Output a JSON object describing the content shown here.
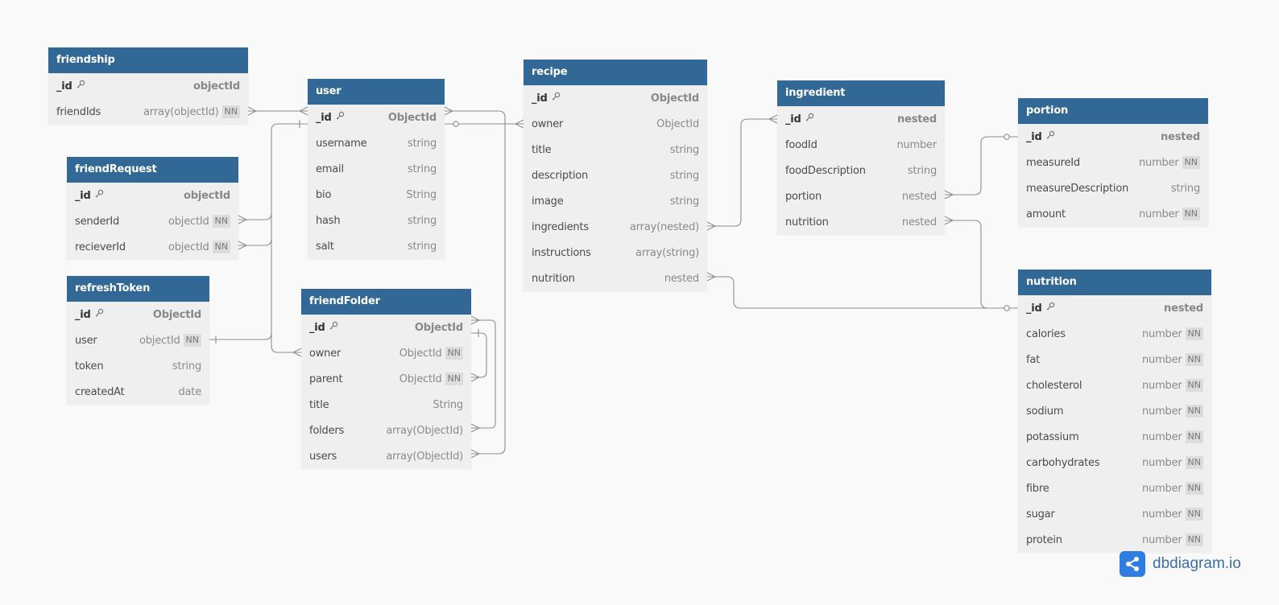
{
  "colors": {
    "header": "#316896",
    "body": "#efefef",
    "canvas": "#f9f9f9",
    "link": "#8d8d8d",
    "brand": "#2f7de1"
  },
  "brand": {
    "name": "dbdiagram.io",
    "icon": "share-icon"
  },
  "tables": [
    {
      "id": "friendship",
      "name": "friendship",
      "fields": [
        {
          "name": "_id",
          "type": "objectId",
          "pk": true
        },
        {
          "name": "friendIds",
          "type": "array(objectId)",
          "nn": "NN"
        }
      ]
    },
    {
      "id": "friendRequest",
      "name": "friendRequest",
      "fields": [
        {
          "name": "_id",
          "type": "objectId",
          "pk": true
        },
        {
          "name": "senderId",
          "type": "objectId",
          "nn": "NN"
        },
        {
          "name": "recieverId",
          "type": "objectId",
          "nn": "NN"
        }
      ]
    },
    {
      "id": "refreshToken",
      "name": "refreshToken",
      "fields": [
        {
          "name": "_id",
          "type": "ObjectId",
          "pk": true
        },
        {
          "name": "user",
          "type": "objectId",
          "nn": "NN"
        },
        {
          "name": "token",
          "type": "string"
        },
        {
          "name": "createdAt",
          "type": "date"
        }
      ]
    },
    {
      "id": "user",
      "name": "user",
      "fields": [
        {
          "name": "_id",
          "type": "ObjectId",
          "pk": true
        },
        {
          "name": "username",
          "type": "string"
        },
        {
          "name": "email",
          "type": "string"
        },
        {
          "name": "bio",
          "type": "String"
        },
        {
          "name": "hash",
          "type": "string"
        },
        {
          "name": "salt",
          "type": "string"
        }
      ]
    },
    {
      "id": "friendFolder",
      "name": "friendFolder",
      "fields": [
        {
          "name": "_id",
          "type": "ObjectId",
          "pk": true
        },
        {
          "name": "owner",
          "type": "ObjectId",
          "nn": "NN"
        },
        {
          "name": "parent",
          "type": "ObjectId",
          "nn": "NN"
        },
        {
          "name": "title",
          "type": "String"
        },
        {
          "name": "folders",
          "type": "array(ObjectId)"
        },
        {
          "name": "users",
          "type": "array(ObjectId)"
        }
      ]
    },
    {
      "id": "recipe",
      "name": "recipe",
      "fields": [
        {
          "name": "_id",
          "type": "ObjectId",
          "pk": true
        },
        {
          "name": "owner",
          "type": "ObjectId"
        },
        {
          "name": "title",
          "type": "string"
        },
        {
          "name": "description",
          "type": "string"
        },
        {
          "name": "image",
          "type": "string"
        },
        {
          "name": "ingredients",
          "type": "array(nested)"
        },
        {
          "name": "instructions",
          "type": "array(string)"
        },
        {
          "name": "nutrition",
          "type": "nested"
        }
      ]
    },
    {
      "id": "ingredient",
      "name": "ingredient",
      "fields": [
        {
          "name": "_id",
          "type": "nested",
          "pk": true
        },
        {
          "name": "foodId",
          "type": "number"
        },
        {
          "name": "foodDescription",
          "type": "string"
        },
        {
          "name": "portion",
          "type": "nested"
        },
        {
          "name": "nutrition",
          "type": "nested"
        }
      ]
    },
    {
      "id": "portion",
      "name": "portion",
      "fields": [
        {
          "name": "_id",
          "type": "nested",
          "pk": true
        },
        {
          "name": "measureId",
          "type": "number",
          "nn": "NN"
        },
        {
          "name": "measureDescription",
          "type": "string"
        },
        {
          "name": "amount",
          "type": "number",
          "nn": "NN"
        }
      ]
    },
    {
      "id": "nutrition",
      "name": "nutrition",
      "fields": [
        {
          "name": "_id",
          "type": "nested",
          "pk": true
        },
        {
          "name": "calories",
          "type": "number",
          "nn": "NN"
        },
        {
          "name": "fat",
          "type": "number",
          "nn": "NN"
        },
        {
          "name": "cholesterol",
          "type": "number",
          "nn": "NN"
        },
        {
          "name": "sodium",
          "type": "number",
          "nn": "NN"
        },
        {
          "name": "potassium",
          "type": "number",
          "nn": "NN"
        },
        {
          "name": "carbohydrates",
          "type": "number",
          "nn": "NN"
        },
        {
          "name": "fibre",
          "type": "number",
          "nn": "NN"
        },
        {
          "name": "sugar",
          "type": "number",
          "nn": "NN"
        },
        {
          "name": "protein",
          "type": "number",
          "nn": "NN"
        }
      ]
    }
  ],
  "relationships": [
    {
      "from": "friendship.friendIds",
      "to": "user._id",
      "from_end": "many",
      "to_end": "many"
    },
    {
      "from": "friendRequest.senderId",
      "to": "user._id",
      "from_end": "many",
      "to_end": "one"
    },
    {
      "from": "friendRequest.recieverId",
      "to": "user._id",
      "from_end": "many",
      "to_end": "one"
    },
    {
      "from": "refreshToken.user",
      "to": "user._id",
      "from_end": "one",
      "to_end": "one"
    },
    {
      "from": "friendFolder.owner",
      "to": "user._id",
      "from_end": "many",
      "to_end": "one"
    },
    {
      "from": "friendFolder.parent",
      "to": "friendFolder._id",
      "from_end": "many",
      "to_end": "one"
    },
    {
      "from": "friendFolder.folders",
      "to": "friendFolder._id",
      "from_end": "many",
      "to_end": "many"
    },
    {
      "from": "friendFolder.users",
      "to": "user._id",
      "from_end": "many",
      "to_end": "many"
    },
    {
      "from": "recipe.owner",
      "to": "user._id",
      "from_end": "many",
      "to_end": "zero-or-one"
    },
    {
      "from": "recipe.ingredients",
      "to": "ingredient._id",
      "from_end": "many",
      "to_end": "many"
    },
    {
      "from": "ingredient.portion",
      "to": "portion._id",
      "from_end": "many",
      "to_end": "zero-or-one"
    },
    {
      "from": "ingredient.nutrition",
      "to": "nutrition._id",
      "from_end": "many",
      "to_end": "zero-or-one"
    },
    {
      "from": "recipe.nutrition",
      "to": "nutrition._id",
      "from_end": "many",
      "to_end": "zero-or-one"
    }
  ]
}
